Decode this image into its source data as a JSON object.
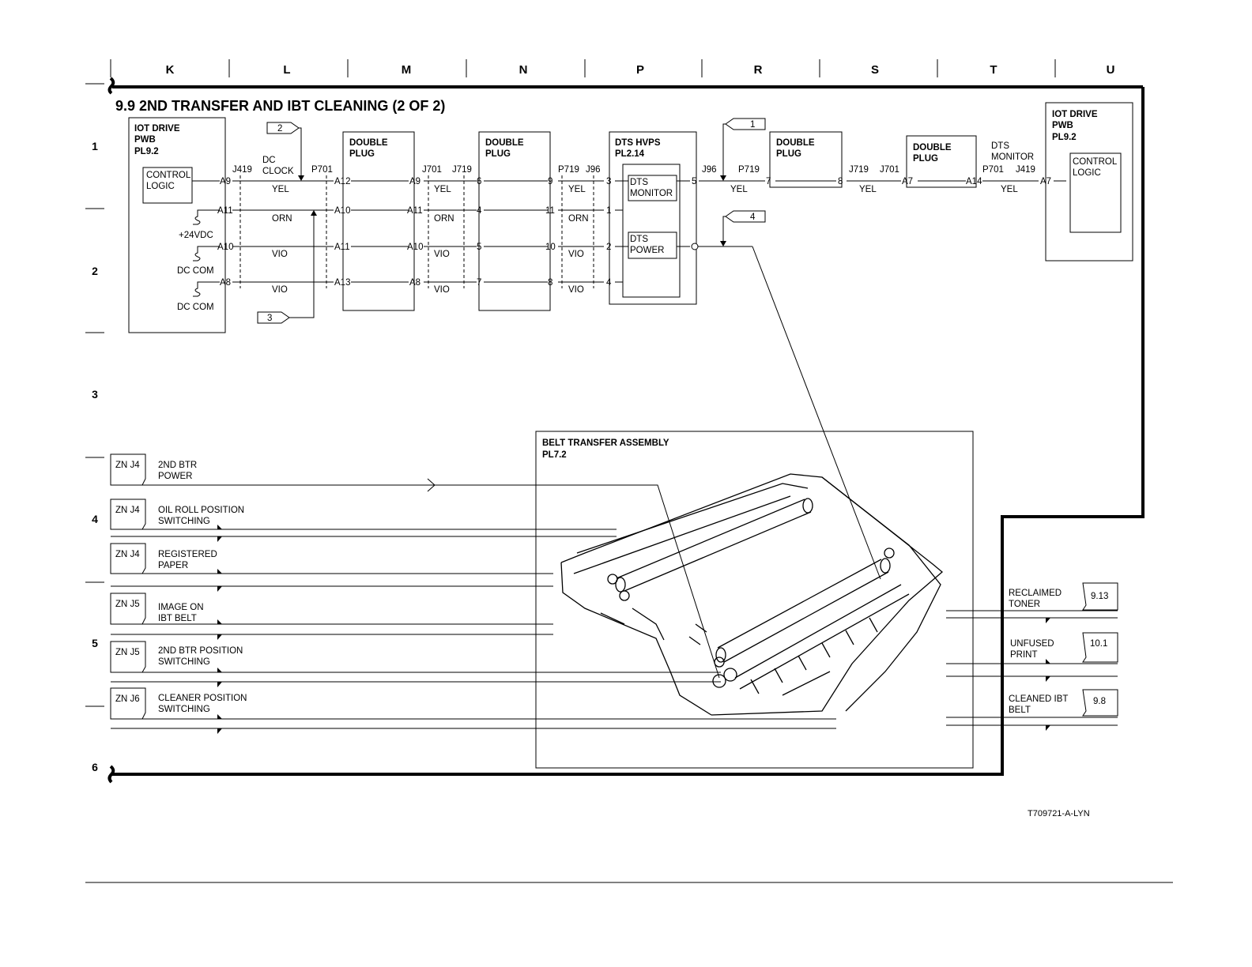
{
  "grid": {
    "columns": [
      "K",
      "L",
      "M",
      "N",
      "P",
      "R",
      "S",
      "T",
      "U"
    ],
    "rows": [
      "1",
      "2",
      "3",
      "4",
      "5",
      "6"
    ]
  },
  "title": "9.9 2ND TRANSFER AND IBT CLEANING (2 OF 2)",
  "iot_left": {
    "l1": "IOT DRIVE",
    "l2": "PWB",
    "l3": "PL9.2",
    "logic1": "CONTROL",
    "logic2": "LOGIC"
  },
  "iot_right": {
    "l1": "IOT DRIVE",
    "l2": "PWB",
    "l3": "PL9.2",
    "logic1": "CONTROL",
    "logic2": "LOGIC"
  },
  "dts_hvps": {
    "l1": "DTS HVPS",
    "l2": "PL2.14",
    "mon1": "DTS",
    "mon2": "MONITOR",
    "pow1": "DTS",
    "pow2": "POWER"
  },
  "double_plug": {
    "l1": "DOUBLE",
    "l2": "PLUG"
  },
  "connectors": {
    "j419": "J419",
    "p701": "P701",
    "j701": "J701",
    "j719": "J719",
    "p719": "P719",
    "j96": "J96",
    "j96b": "J96",
    "p719b": "P719",
    "j719b": "J719",
    "j701b": "J701",
    "p701b": "P701",
    "j419b": "J419"
  },
  "dc_clock": {
    "l1": "DC",
    "l2": "CLOCK"
  },
  "dts_monitor": {
    "l1": "DTS",
    "l2": "MONITOR"
  },
  "pins": {
    "iot": [
      "A9",
      "A11",
      "A10",
      "A8"
    ],
    "p701": [
      "A12",
      "A10",
      "A11",
      "A13"
    ],
    "j701": [
      "A9",
      "A11",
      "A10",
      "A8"
    ],
    "j719": [
      "6",
      "4",
      "5",
      "7"
    ],
    "p719": [
      "9",
      "11",
      "10",
      "8"
    ],
    "hvps": [
      "3",
      "1",
      "2",
      "4"
    ],
    "out5": "5",
    "p719b": "7",
    "j719b": "8",
    "j701b": "A7",
    "p701b": "A14",
    "iot_right": "A7"
  },
  "wires": {
    "set1": [
      "YEL",
      "ORN",
      "VIO",
      "VIO"
    ],
    "set2": [
      "YEL",
      "ORN",
      "VIO",
      "VIO"
    ],
    "set3": [
      "YEL",
      "ORN",
      "VIO",
      "VIO"
    ],
    "right": [
      "YEL",
      "YEL",
      "YEL"
    ]
  },
  "supplies": {
    "v24": "+24VDC",
    "dccom1": "DC COM",
    "dccom2": "DC COM"
  },
  "flags": {
    "f2": "2",
    "f3": "3",
    "f1": "1",
    "f4": "4"
  },
  "belt_assembly": {
    "l1": "BELT TRANSFER ASSEMBLY",
    "l2": "PL7.2"
  },
  "signals_left": [
    {
      "zone": "ZN J4",
      "l1": "2ND BTR",
      "l2": "POWER"
    },
    {
      "zone": "ZN J4",
      "l1": "OIL ROLL POSITION",
      "l2": "SWITCHING"
    },
    {
      "zone": "ZN J4",
      "l1": "REGISTERED",
      "l2": "PAPER"
    },
    {
      "zone": "ZN J5",
      "l1": "IMAGE ON",
      "l2": "IBT BELT"
    },
    {
      "zone": "ZN J5",
      "l1": "2ND BTR POSITION",
      "l2": "SWITCHING"
    },
    {
      "zone": "ZN J6",
      "l1": "CLEANER POSITION",
      "l2": "SWITCHING"
    }
  ],
  "signals_right": [
    {
      "l1": "RECLAIMED",
      "l2": "TONER",
      "ref": "9.13"
    },
    {
      "l1": "UNFUSED",
      "l2": "PRINT",
      "ref": "10.1"
    },
    {
      "l1": "CLEANED IBT",
      "l2": "BELT",
      "ref": "9.8"
    }
  ],
  "footer_id": "T709721-A-LYN"
}
